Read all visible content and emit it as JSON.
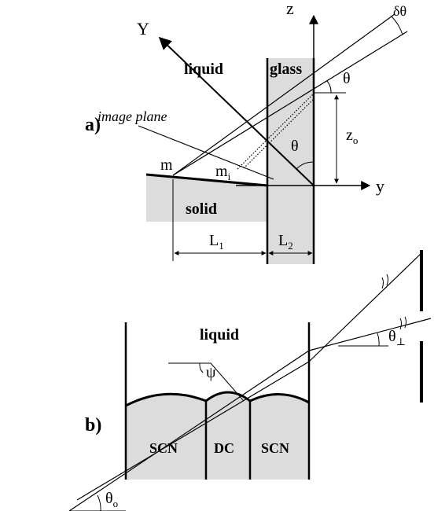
{
  "panel_a": {
    "label": "a)",
    "axis_z": "z",
    "axis_y": "y",
    "axis_Y": "Y",
    "region_liquid": "liquid",
    "region_glass": "glass",
    "region_solid": "solid",
    "image_plane": "image plane",
    "delta_theta": "δθ",
    "theta": "θ",
    "z_base": "z",
    "z_sub": "o",
    "m": "m",
    "mi_base": "m",
    "mi_sub": "i",
    "L1_base": "L",
    "L1_sub": "1",
    "L2_base": "L",
    "L2_sub": "2"
  },
  "panel_b": {
    "label": "b)",
    "region_liquid": "liquid",
    "psi": "ψ",
    "theta_perp_base": "θ",
    "theta_perp_sub": "⊥",
    "theta_o_base": "θ",
    "theta_o_sub": "o",
    "grain_left": "SCN",
    "grain_mid": "DC",
    "grain_right": "SCN"
  },
  "colors": {
    "fill_gray": "#dcdcdc",
    "stroke": "#000000"
  }
}
